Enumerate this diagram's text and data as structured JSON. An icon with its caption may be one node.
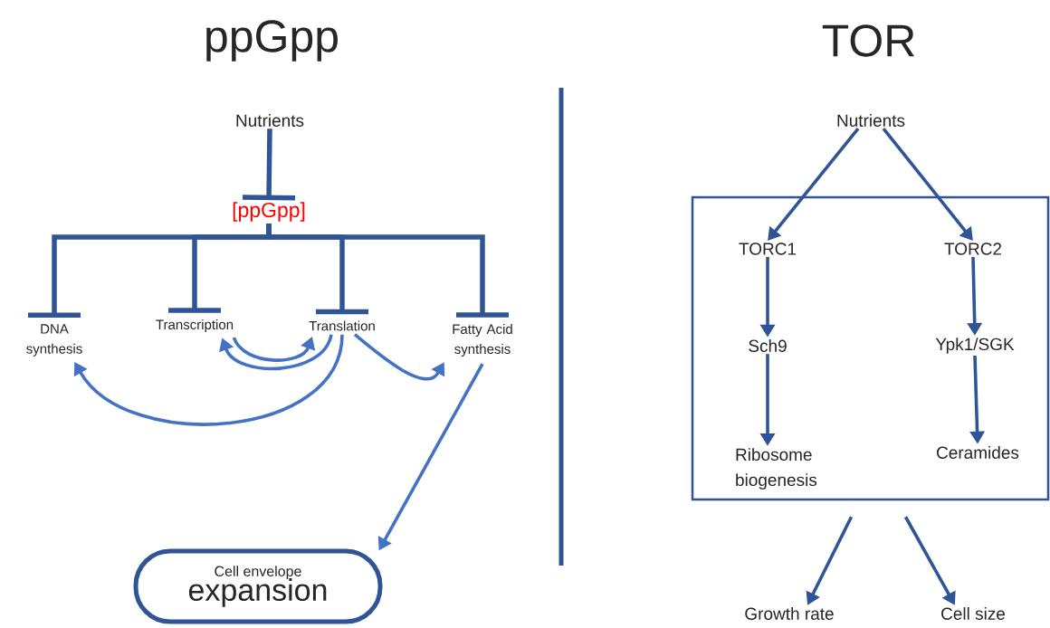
{
  "diagram": {
    "nodes": [
      {
        "text": [
          "Nutrients"
        ]
      },
      {
        "text": [
          "[ppGpp]"
        ]
      },
      {
        "text": [
          "DNA synthesis"
        ]
      },
      {
        "text": [
          "Transcription"
        ]
      },
      {
        "text": [
          "Translation"
        ]
      },
      {
        "text": [
          "Fatty Acid synthesis"
        ]
      },
      {
        "text": [
          "Cell envelope",
          "expansion"
        ]
      },
      {
        "text": [
          "Nutrients"
        ]
      },
      {
        "text": [],
        "shape": "box"
      },
      {
        "text": [
          "TORC1"
        ],
        "in": 8
      },
      {
        "text": [
          "TORC2"
        ],
        "in": 8
      },
      {
        "text": [
          "Sch9"
        ],
        "in": 8
      },
      {
        "text": [
          "Ypk1/SGK"
        ],
        "in": 8
      },
      {
        "text": [
          "Ribosome biogenesis"
        ],
        "in": 8
      },
      {
        "text": [
          "Ceramides"
        ],
        "in": 8
      },
      {
        "text": [
          "Growth rate"
        ]
      },
      {
        "text": [
          "Cell size"
        ]
      }
    ],
    "edges": [
      {
        "from": 0,
        "to": 1,
        "arrow": "other"
      },
      {
        "from": 1,
        "to": 2,
        "arrow": "other"
      },
      {
        "from": 1,
        "to": 3,
        "arrow": "other"
      },
      {
        "from": 1,
        "to": 4,
        "arrow": "other"
      },
      {
        "from": 1,
        "to": 5,
        "arrow": "other"
      },
      {
        "from": 3,
        "to": 4,
        "arrow": "to",
        "color": "#4472c4"
      },
      {
        "from": 4,
        "to": 3,
        "arrow": "to",
        "color": "#4472c4"
      },
      {
        "from": 4,
        "to": 2,
        "arrow": "to",
        "color": "#4472c4"
      },
      {
        "from": 4,
        "to": 5,
        "arrow": "to",
        "color": "#4472c4"
      },
      {
        "from": 5,
        "to": 6,
        "arrow": "to",
        "color": "#4472c4"
      },
      {
        "from": 7,
        "to": 9,
        "arrow": "to"
      },
      {
        "from": 7,
        "to": 10,
        "arrow": "to"
      },
      {
        "from": 9,
        "to": 11,
        "arrow": "to"
      },
      {
        "from": 11,
        "to": 13,
        "arrow": "to"
      },
      {
        "from": 10,
        "to": 12,
        "arrow": "to"
      },
      {
        "from": 12,
        "to": 14,
        "arrow": "to"
      },
      {
        "from": 8,
        "to": 15,
        "arrow": "to"
      },
      {
        "from": 8,
        "to": 16,
        "arrow": "to"
      }
    ],
    "labels": [
      "ppGpp",
      "TOR"
    ]
  }
}
